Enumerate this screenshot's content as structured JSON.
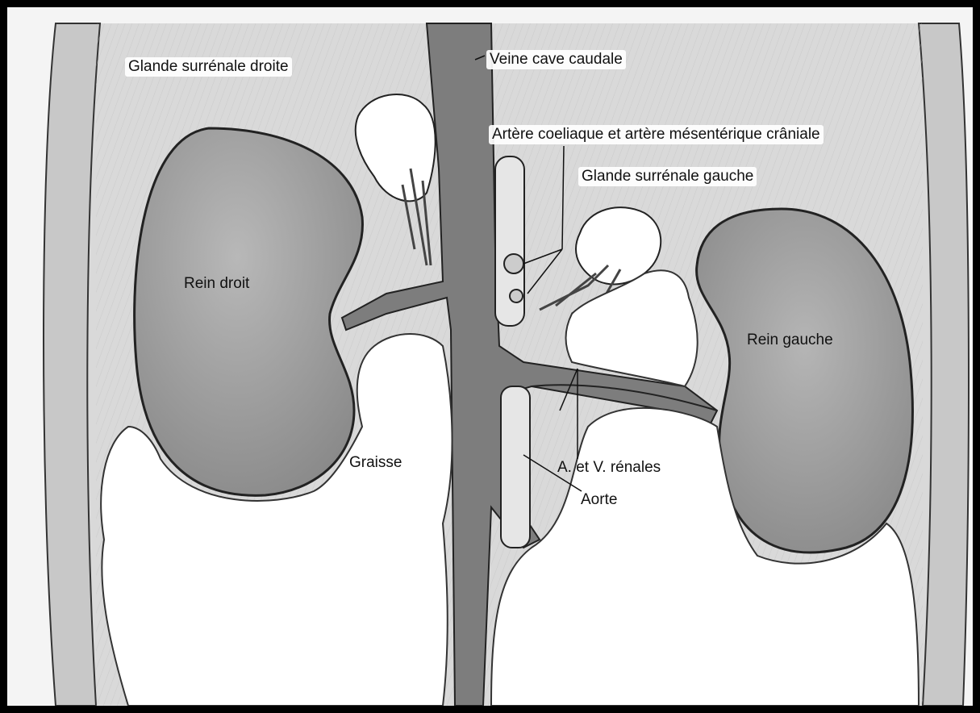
{
  "labels": {
    "adrenal_right": "Glande surrénale droite",
    "caudal_vena_cava": "Veine cave caudale",
    "celiac_artery": "Artère coeliaque et artère mésentérique crâniale",
    "adrenal_left": "Glande surrénale gauche",
    "right_kidney": "Rein droit",
    "left_kidney": "Rein gauche",
    "fat": "Graisse",
    "renal_vessels": "A. et V. rénales",
    "aorta": "Aorte"
  },
  "colors": {
    "background": "#f4f4f4",
    "frame": "#000000",
    "kidney_fill": "#9a9a9a",
    "vessel_fill": "#7d7d7d",
    "fat_fill": "#ffffff",
    "outline": "#222222"
  }
}
